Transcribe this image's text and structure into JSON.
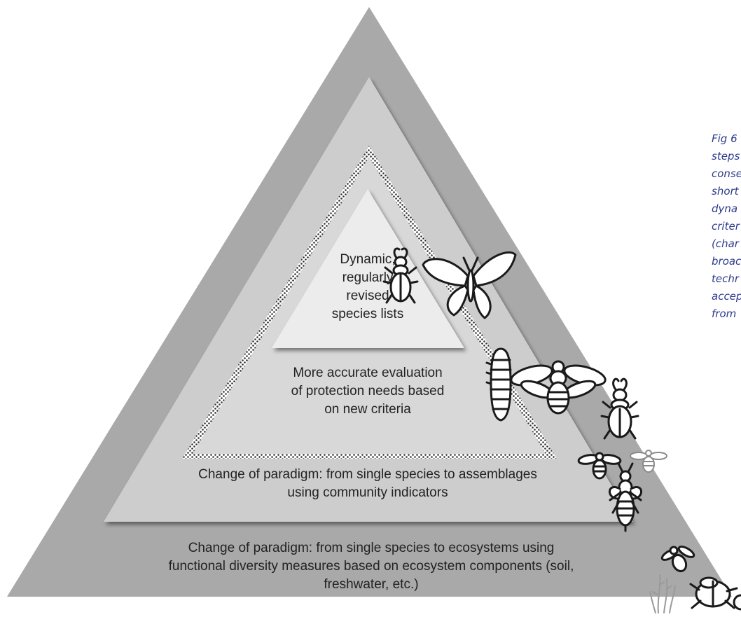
{
  "colors": {
    "outer_triangle": "#a9a9a9",
    "second_triangle": "#cdcdcd",
    "third_triangle": "#d8d8d8",
    "inner_triangle": "#ececec",
    "dotted_border": "#3a3a3a",
    "insect_fill": "#ffffff",
    "insect_stroke": "#1a1a1a",
    "caption_text": "#2d3a8c"
  },
  "levels": [
    {
      "id": "top",
      "lines": [
        "Dynamic,",
        "regularly",
        "revised",
        "species lists"
      ]
    },
    {
      "id": "second",
      "lines": [
        "More accurate evaluation",
        "of protection needs based",
        "on new criteria"
      ]
    },
    {
      "id": "third",
      "lines": [
        "Change of paradigm: from single species to assemblages",
        "using community indicators"
      ]
    },
    {
      "id": "base",
      "lines": [
        "Change of paradigm: from single species to ecosystems using",
        "functional diversity measures based on ecosystem components (soil,",
        "freshwater, etc.)"
      ]
    }
  ],
  "caption_fragments": [
    "Fig 6",
    "steps",
    "conse",
    "short",
    "dyna",
    "criter",
    "(char",
    "broac",
    "techr",
    "accep",
    "from"
  ],
  "insect_icons": [
    "stag-beetle",
    "butterfly",
    "larva",
    "bee",
    "stag-beetle",
    "bee",
    "bee",
    "hornet",
    "bee",
    "grass",
    "dung-beetle"
  ]
}
